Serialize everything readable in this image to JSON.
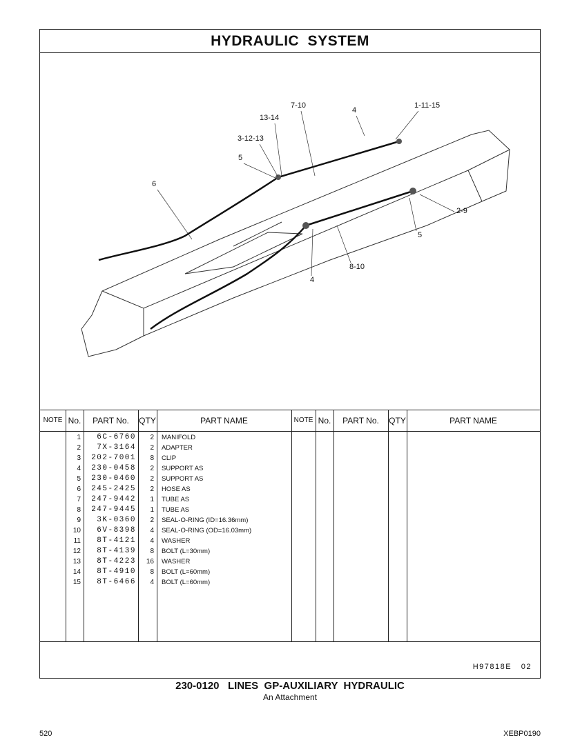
{
  "title": "HYDRAULIC SYSTEM",
  "callouts": [
    "7-10",
    "4",
    "1-11-15",
    "13-14",
    "3-12-13",
    "5",
    "6",
    "2-9",
    "5",
    "8-10",
    "4"
  ],
  "table": {
    "headers": {
      "note": "NOTE",
      "no": "No.",
      "part_no": "PART No.",
      "qty": "QTY",
      "part_name": "PART NAME"
    },
    "rows": [
      {
        "no": "1",
        "part_no": "6C-6760",
        "qty": "2",
        "name": "MANIFOLD"
      },
      {
        "no": "2",
        "part_no": "7X-3164",
        "qty": "2",
        "name": "ADAPTER"
      },
      {
        "no": "3",
        "part_no": "202-7001",
        "qty": "8",
        "name": "CLIP"
      },
      {
        "no": "4",
        "part_no": "230-0458",
        "qty": "2",
        "name": "SUPPORT  AS"
      },
      {
        "no": "5",
        "part_no": "230-0460",
        "qty": "2",
        "name": "SUPPORT  AS"
      },
      {
        "no": "6",
        "part_no": "245-2425",
        "qty": "2",
        "name": "HOSE  AS"
      },
      {
        "no": "7",
        "part_no": "247-9442",
        "qty": "1",
        "name": "TUBE  AS"
      },
      {
        "no": "8",
        "part_no": "247-9445",
        "qty": "1",
        "name": "TUBE  AS"
      },
      {
        "no": "9",
        "part_no": "3K-0360",
        "qty": "2",
        "name": "SEAL-O-RING (ID=16.36mm)"
      },
      {
        "no": "10",
        "part_no": "6V-8398",
        "qty": "4",
        "name": "SEAL-O-RING (OD=16.03mm)"
      },
      {
        "no": "11",
        "part_no": "8T-4121",
        "qty": "4",
        "name": "WASHER"
      },
      {
        "no": "12",
        "part_no": "8T-4139",
        "qty": "8",
        "name": "BOLT (L=30mm)"
      },
      {
        "no": "13",
        "part_no": "8T-4223",
        "qty": "16",
        "name": "WASHER"
      },
      {
        "no": "14",
        "part_no": "8T-4910",
        "qty": "8",
        "name": "BOLT (L=60mm)"
      },
      {
        "no": "15",
        "part_no": "8T-6466",
        "qty": "4",
        "name": "BOLT (L=60mm)"
      }
    ]
  },
  "drawing_ref": "H97818E   02",
  "caption": {
    "main": "230-0120   LINES  GP-AUXILIARY  HYDRAULIC",
    "sub": "An Attachment"
  },
  "page_number": "520",
  "doc_code": "XEBP0190"
}
